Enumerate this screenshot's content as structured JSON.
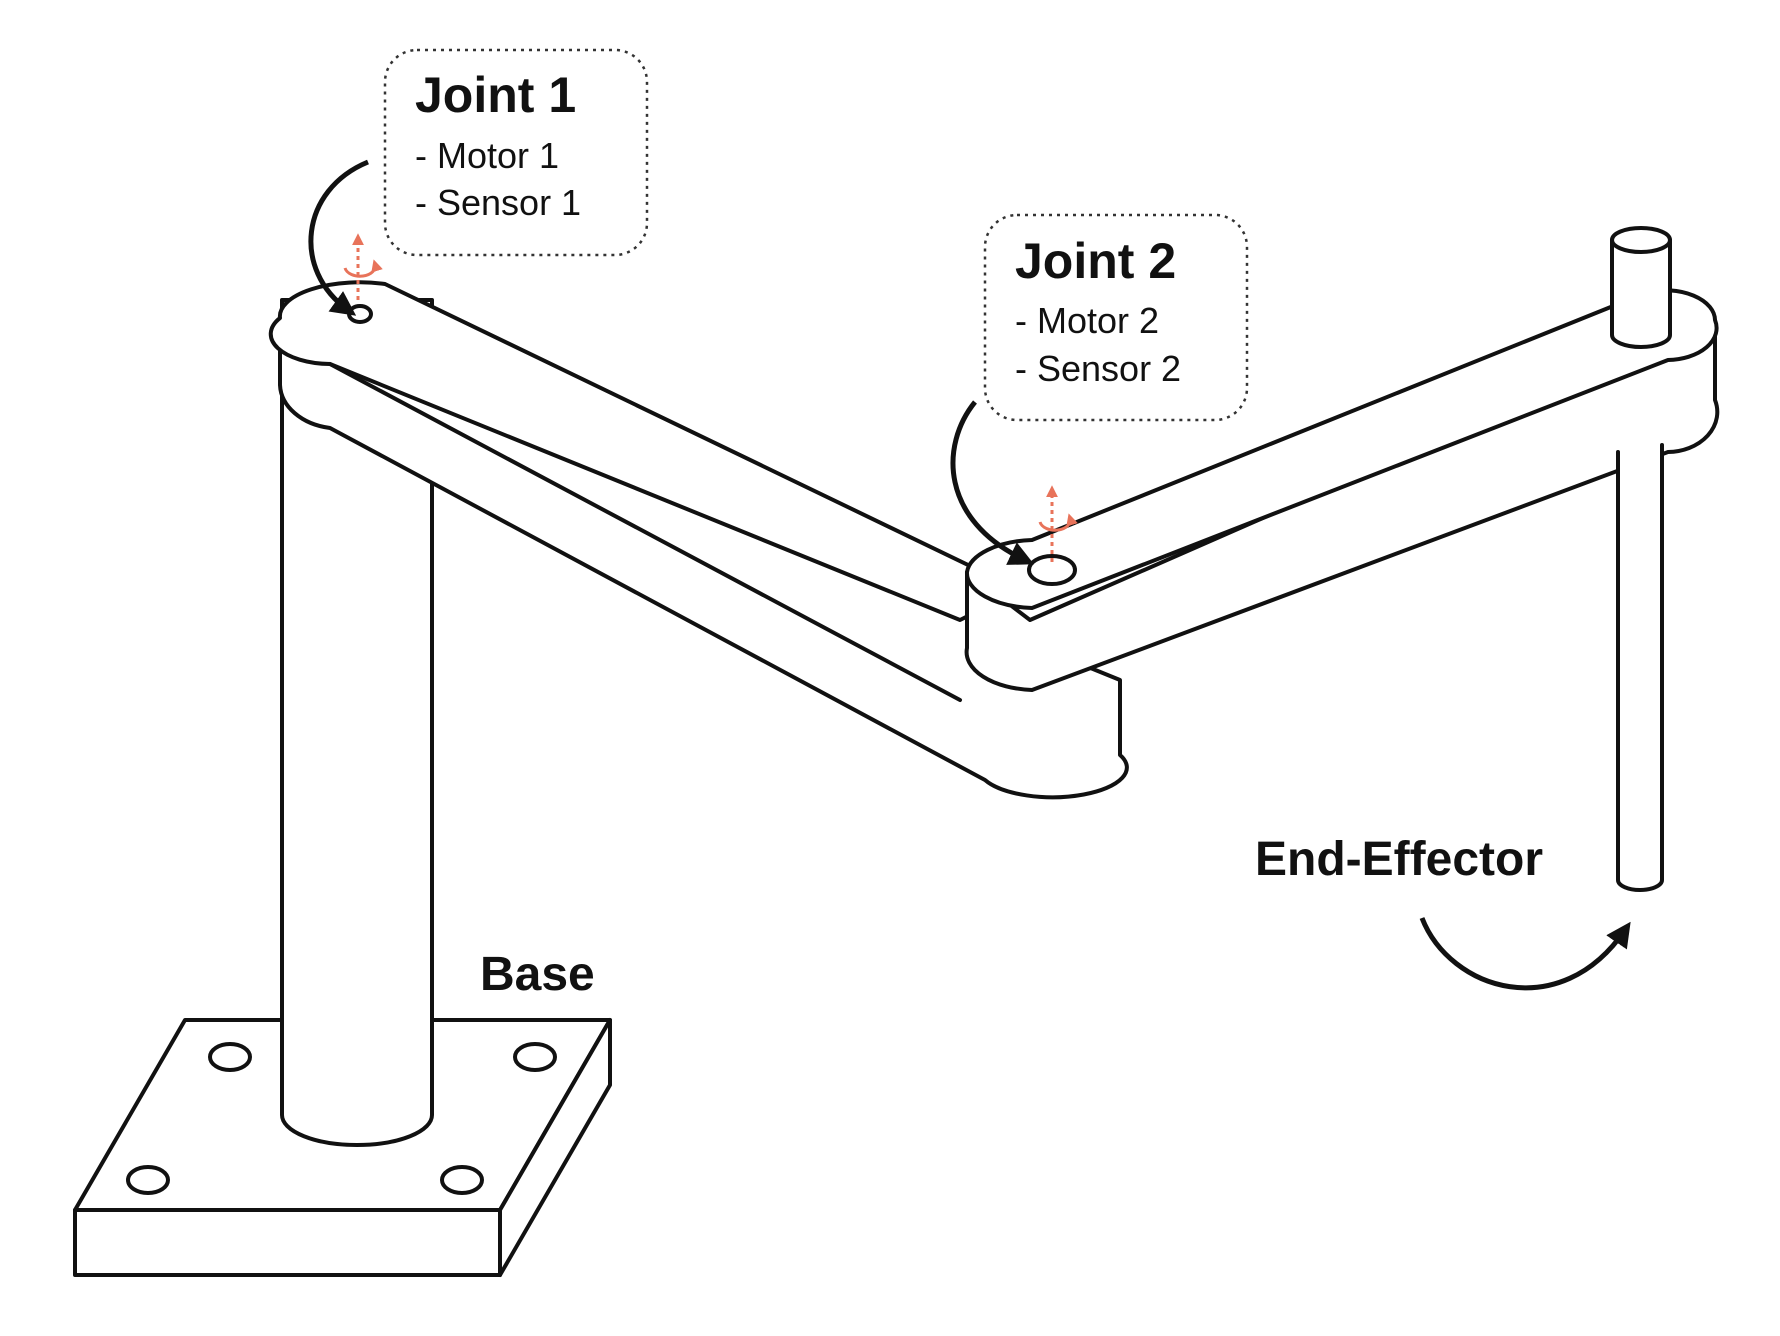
{
  "colors": {
    "outline": "#111111",
    "axis_accent": "#e8735a",
    "callout_border": "#333333",
    "background": "#ffffff"
  },
  "joint1": {
    "title": "Joint 1",
    "items": [
      "- Motor 1",
      "- Sensor 1"
    ]
  },
  "joint2": {
    "title": "Joint 2",
    "items": [
      "- Motor 2",
      "- Sensor 2"
    ]
  },
  "labels": {
    "end_effector": "End-Effector",
    "base": "Base"
  },
  "icons": {
    "joint1_axis": "rotation-axis-icon",
    "joint2_axis": "rotation-axis-icon",
    "end_effector_rotation": "curved-arrow-icon"
  }
}
